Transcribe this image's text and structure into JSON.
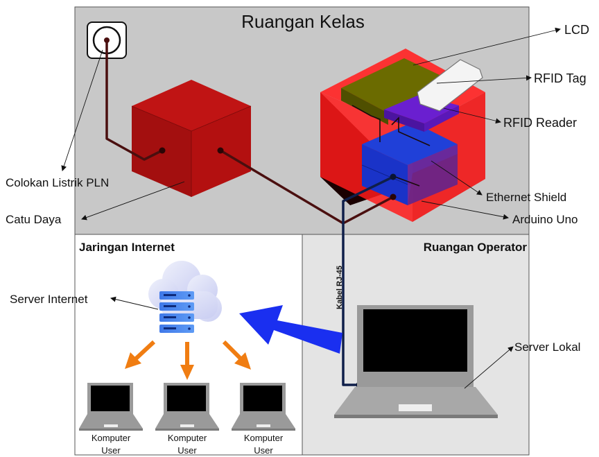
{
  "rooms": {
    "kelas": "Ruangan Kelas",
    "internet": "Jaringan Internet",
    "operator": "Ruangan Operator"
  },
  "labels": {
    "lcd": "LCD",
    "rfid_tag": "RFID Tag",
    "rfid_reader": "RFID Reader",
    "ethernet_shield": "Ethernet Shield",
    "arduino_uno": "Arduino Uno",
    "colokan": "Colokan Listrik PLN",
    "catu_daya": "Catu Daya",
    "server_internet": "Server Internet",
    "server_lokal": "Server Lokal",
    "cable": "Kabel RJ-45"
  },
  "users": [
    {
      "line1": "Komputer",
      "line2": "User"
    },
    {
      "line1": "Komputer",
      "line2": "User"
    },
    {
      "line1": "Komputer",
      "line2": "User"
    }
  ],
  "colors": {
    "classroom_bg": "#c8c8c8",
    "operator_bg": "#e4e4e4",
    "internet_bg": "#ffffff",
    "power_box": "#b31010",
    "enclosure": "#ff2a2a",
    "lcd": "#6b6b00",
    "rfid_reader": "#6a1fd0",
    "ethernet_shield": "#1a33c8",
    "power_cable": "#4a0f0f",
    "network_cable": "#0f1f4a",
    "data_arrow": "#1a2ff0",
    "user_arrows": "#f07d12"
  },
  "icons": [
    "power-outlet-icon",
    "cloud-server-icon",
    "laptop-icon"
  ]
}
